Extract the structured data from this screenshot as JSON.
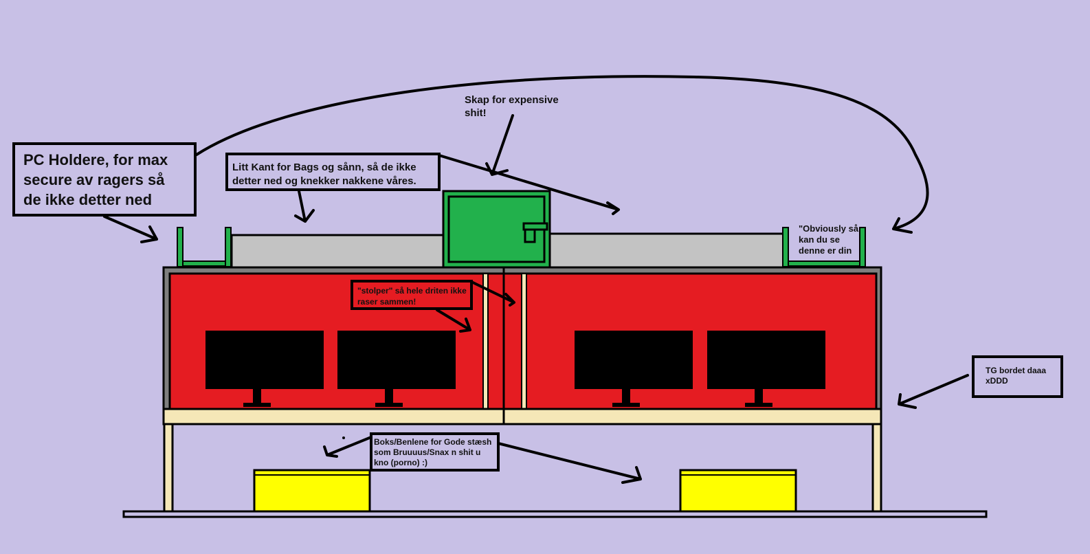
{
  "labels": {
    "pc_holders": [
      "PC Holdere, for max",
      "secure av ragers så",
      "de ikke detter ned"
    ],
    "bag_edge": [
      "Litt Kant for Bags og sånn, så de ikke",
      "detter ned og knekker nakkene våres."
    ],
    "cabinet": [
      "Skap for expensive",
      "shit!"
    ],
    "obviously": [
      "\"Obviously så",
      "kan du se",
      "denne er din"
    ],
    "pillars": [
      "\"stolper\" så hele driten ikke",
      "raser sammen!"
    ],
    "table": [
      "TG bordet daaa",
      "xDDD"
    ],
    "boxes": [
      "Boks/Benlene for Gode stæsh",
      "som Bruuuus/Snax n shit u",
      "kno (porno) :)"
    ]
  },
  "colors": {
    "background": "#c8c0e6",
    "frame": "#e51c22",
    "cabinet": "#22b14c",
    "shelf": "#c3c3c3",
    "tabletop": "#f5e7b7",
    "boxes": "#ffff00",
    "monitors": "#000000"
  }
}
